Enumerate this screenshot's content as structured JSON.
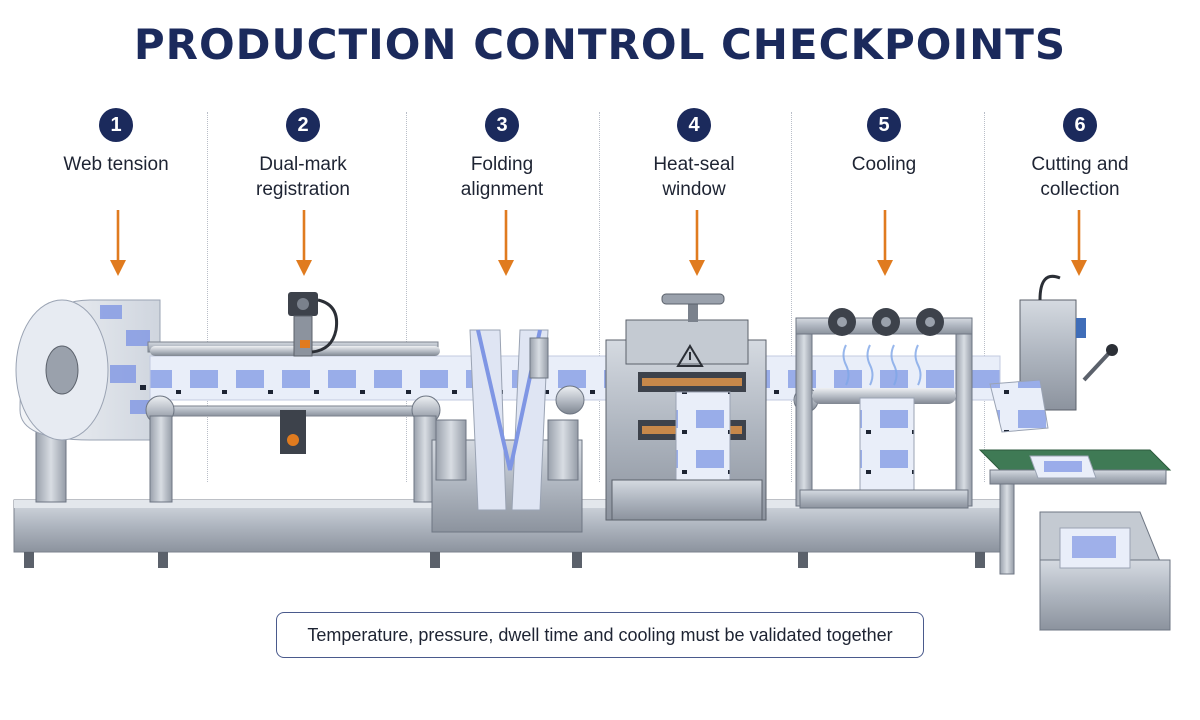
{
  "title": "PRODUCTION CONTROL CHECKPOINTS",
  "steps": [
    {
      "num": "1",
      "label": "Web tension"
    },
    {
      "num": "2",
      "label": "Dual-mark registration"
    },
    {
      "num": "3",
      "label": "Folding alignment"
    },
    {
      "num": "4",
      "label": "Heat-seal window"
    },
    {
      "num": "5",
      "label": "Cooling"
    },
    {
      "num": "6",
      "label": "Cutting and collection"
    }
  ],
  "note": "Temperature, pressure, dwell time and cooling must be validated together",
  "colors": {
    "title": "#1b2a5c",
    "arrow": "#e07b1f",
    "steel": "#a9b0bb",
    "steel_dark": "#6e7683",
    "film": "#6f86e0",
    "belt": "#3f7a55",
    "heater": "#c7884a"
  },
  "icons": [
    "warning-triangle-icon",
    "cooling-fan-icon",
    "sensor-icon",
    "down-arrow-icon"
  ]
}
